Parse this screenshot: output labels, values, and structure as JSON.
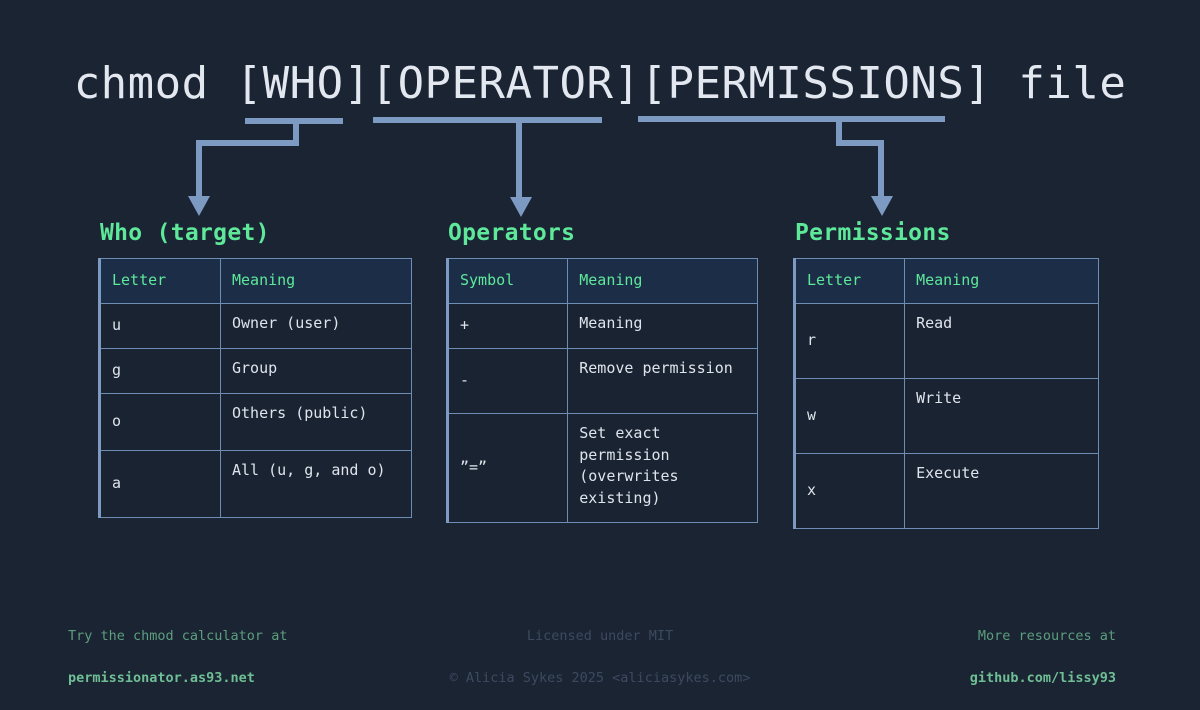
{
  "title": "chmod [WHO][OPERATOR][PERMISSIONS] file",
  "colors": {
    "background": "#1b2433",
    "accent_green": "#5ee89a",
    "accent_blue": "#7d9ac2",
    "text": "#dfe4ec",
    "header_row": "#1c2e47",
    "cell_bg": "#1a2332",
    "footer_green": "#5c9e7e",
    "footer_dim": "#3c4a60"
  },
  "sections": [
    {
      "heading": "Who (target)",
      "columns": [
        "Letter",
        "Meaning"
      ],
      "rows": [
        {
          "key": "u",
          "value": "Owner (user)"
        },
        {
          "key": "g",
          "value": "Group"
        },
        {
          "key": "o",
          "value": "Others (public)"
        },
        {
          "key": "a",
          "value": "All (u, g, and o)"
        }
      ]
    },
    {
      "heading": "Operators",
      "columns": [
        "Symbol",
        "Meaning"
      ],
      "rows": [
        {
          "key": "+",
          "value": "Meaning"
        },
        {
          "key": "-",
          "value": "Remove permission"
        },
        {
          "key": "”=”",
          "value": "Set exact permission (overwrites existing)"
        }
      ]
    },
    {
      "heading": "Permissions",
      "columns": [
        "Letter",
        "Meaning"
      ],
      "rows": [
        {
          "key": "r",
          "value": "Read"
        },
        {
          "key": "w",
          "value": "Write"
        },
        {
          "key": "x",
          "value": "Execute"
        }
      ]
    }
  ],
  "footer": {
    "left_line1": "Try the chmod calculator at",
    "left_line2": "permissionator.as93.net",
    "center_line1": "Licensed under MIT",
    "center_line2": "© Alicia Sykes 2025 <aliciasykes.com>",
    "right_line1": "More resources at",
    "right_line2": "github.com/lissy93"
  }
}
